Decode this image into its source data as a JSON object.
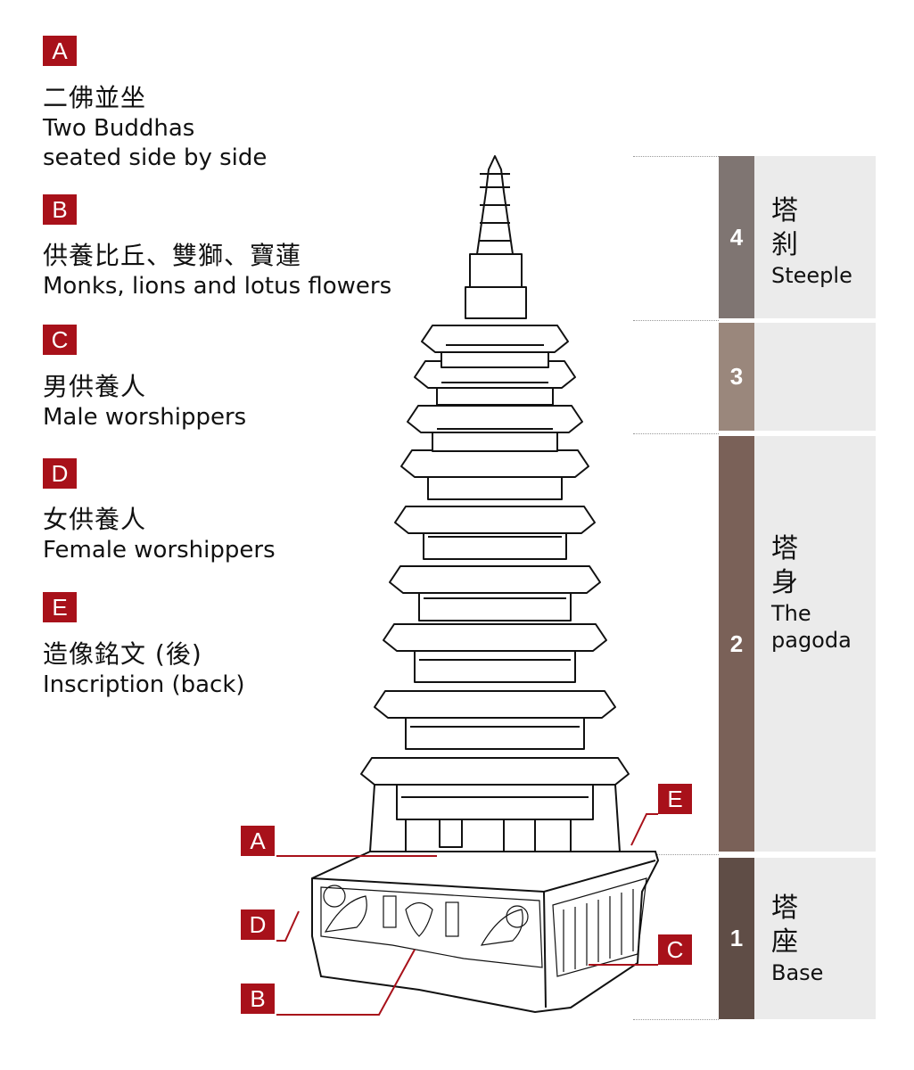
{
  "legend": [
    {
      "letter": "A",
      "zh": "二佛並坐",
      "en": [
        "Two Buddhas",
        "seated side by side"
      ]
    },
    {
      "letter": "B",
      "zh": "供養比丘、雙獅、寶蓮",
      "en": [
        "Monks, lions and lotus flowers"
      ]
    },
    {
      "letter": "C",
      "zh": "男供養人",
      "en": [
        "Male worshippers"
      ]
    },
    {
      "letter": "D",
      "zh": "女供養人",
      "en": [
        "Female worshippers"
      ]
    },
    {
      "letter": "E",
      "zh": "造像銘文 (後)",
      "en": [
        "Inscription  (back)"
      ]
    }
  ],
  "sections": [
    {
      "num": "4",
      "zh": [
        "塔",
        "刹"
      ],
      "en": [
        "Steeple"
      ],
      "color": "#7f7572"
    },
    {
      "num": "3",
      "zh": [],
      "en": [],
      "color": "#9a877c"
    },
    {
      "num": "2",
      "zh": [
        "塔",
        "身"
      ],
      "en": [
        "The",
        "pagoda"
      ],
      "color": "#7a6158"
    },
    {
      "num": "1",
      "zh": [
        "塔",
        "座"
      ],
      "en": [
        "Base"
      ],
      "color": "#5f4d46"
    }
  ],
  "callouts": [
    "A",
    "B",
    "C",
    "D",
    "E"
  ],
  "accent": "#a8111a"
}
